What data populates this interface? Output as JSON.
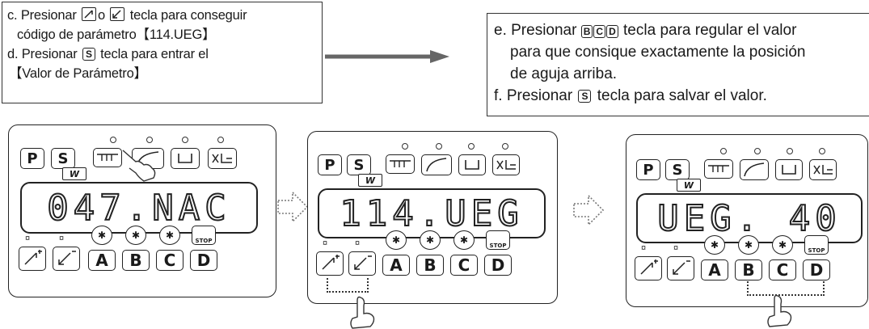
{
  "instructions_left": {
    "line_c_part1": "c. Presionar",
    "line_c_part2": "o",
    "line_c_part3": "tecla para conseguir",
    "line_c2": "código de parámetro【114.UEG】",
    "line_d_part1": "d. Presionar",
    "line_d_part2": "tecla para entrar el",
    "line_d2": "【Valor de Parámetro】",
    "key_s": "S"
  },
  "instructions_right": {
    "line_e_part1": "e. Presionar",
    "line_e_part2": "tecla para regular el valor",
    "line_e2": "para que consique exactamente la posición",
    "line_e3": "de aguja arriba.",
    "line_f_part1": "f. Presionar",
    "line_f_part2": "tecla para salvar el valor.",
    "key_s": "S",
    "keys_bcd": [
      "B",
      "C",
      "D"
    ]
  },
  "panels": [
    {
      "display_text": "047.NAC"
    },
    {
      "display_text": "114.UEG"
    },
    {
      "display_text": "UEG. 40"
    }
  ],
  "buttons": {
    "p": "P",
    "s": "S",
    "a": "A",
    "b": "B",
    "c": "C",
    "d": "D",
    "stop": "STOP"
  }
}
